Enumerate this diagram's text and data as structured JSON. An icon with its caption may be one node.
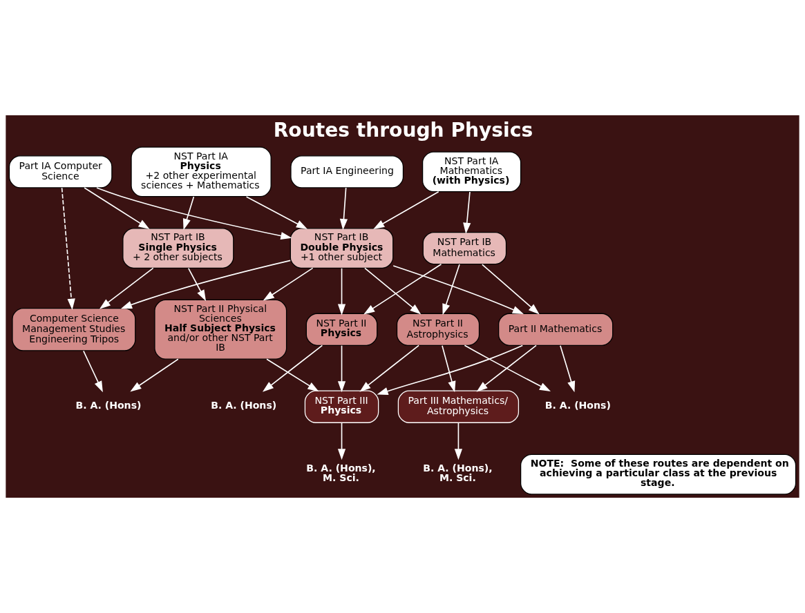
{
  "diagram": {
    "title": "Routes through Physics",
    "nodes": [
      {
        "text": [
          "Part IA Engineering"
        ]
      },
      {
        "text": [
          "Part IA Computer Science"
        ]
      },
      {
        "text": [
          "NST Part IA **Physics** +2 other experimental sciences + Mathematics"
        ]
      },
      {
        "text": [
          "NST Part IA Mathematics **(with Physics)**"
        ]
      },
      {
        "text": [
          "NST Part IB **Single Physics** + 2 other subjects"
        ]
      },
      {
        "text": [
          "NST Part IB **Double Physics** +1 other subject"
        ]
      },
      {
        "text": [
          "NST Part IB Mathematics"
        ]
      },
      {
        "text": [
          "Computer Science Management Studies Engineering Tripos"
        ]
      },
      {
        "text": [
          "NST Part II Physical Sciences **Half Subject Physics** and/or other NST Part IB"
        ]
      },
      {
        "text": [
          "NST Part II **Physics**"
        ]
      },
      {
        "text": [
          "NST Part II Astrophysics"
        ]
      },
      {
        "text": [
          "Part II Mathematics"
        ]
      },
      {
        "text": [
          "B. A. (Hons)"
        ]
      },
      {
        "text": [
          "B. A. (Hons)"
        ]
      },
      {
        "text": [
          "B. A. (Hons)"
        ]
      },
      {
        "text": [
          "NST Part III **Physics**"
        ]
      },
      {
        "text": [
          "Part III Mathematics/ Astrophysics"
        ]
      },
      {
        "text": [
          "B. A. (Hons), M. Sci."
        ]
      },
      {
        "text": [
          "B. A. (Hons), M. Sci."
        ]
      },
      {
        "text": [
          "NOTE:  Some of these routes are dependent on achieving a particular class at the previous stage."
        ]
      }
    ],
    "edges": [
      {
        "from": 1,
        "to": 7,
        "arrow": "to",
        "style": "dashed"
      },
      {
        "from": 1,
        "to": 4,
        "arrow": "to"
      },
      {
        "from": 1,
        "to": 5,
        "arrow": "to"
      },
      {
        "from": 0,
        "to": 5,
        "arrow": "to"
      },
      {
        "from": 2,
        "to": 5,
        "arrow": "to"
      },
      {
        "from": 2,
        "to": 4,
        "arrow": "to"
      },
      {
        "from": 3,
        "to": 5,
        "arrow": "to"
      },
      {
        "from": 3,
        "to": 6,
        "arrow": "to"
      },
      {
        "from": 4,
        "to": 7,
        "arrow": "to"
      },
      {
        "from": 4,
        "to": 8,
        "arrow": "to"
      },
      {
        "from": 5,
        "to": 7,
        "arrow": "to"
      },
      {
        "from": 5,
        "to": 8,
        "arrow": "to"
      },
      {
        "from": 5,
        "to": 9,
        "arrow": "to"
      },
      {
        "from": 5,
        "to": 10,
        "arrow": "to"
      },
      {
        "from": 5,
        "to": 11,
        "arrow": "to"
      },
      {
        "from": 6,
        "to": 9,
        "arrow": "to"
      },
      {
        "from": 6,
        "to": 10,
        "arrow": "to"
      },
      {
        "from": 6,
        "to": 11,
        "arrow": "to"
      },
      {
        "from": 7,
        "to": 12,
        "arrow": "to"
      },
      {
        "from": 8,
        "to": 12,
        "arrow": "to"
      },
      {
        "from": 8,
        "to": 15,
        "arrow": "to"
      },
      {
        "from": 9,
        "to": 13,
        "arrow": "to"
      },
      {
        "from": 9,
        "to": 15,
        "arrow": "to"
      },
      {
        "from": 10,
        "to": 15,
        "arrow": "to"
      },
      {
        "from": 10,
        "to": 14,
        "arrow": "to"
      },
      {
        "from": 10,
        "to": 16,
        "arrow": "to"
      },
      {
        "from": 11,
        "to": 15,
        "arrow": "to"
      },
      {
        "from": 11,
        "to": 14,
        "arrow": "to"
      },
      {
        "from": 11,
        "to": 16,
        "arrow": "to"
      },
      {
        "from": 15,
        "to": 17,
        "arrow": "to"
      },
      {
        "from": 16,
        "to": 18,
        "arrow": "to"
      }
    ]
  }
}
